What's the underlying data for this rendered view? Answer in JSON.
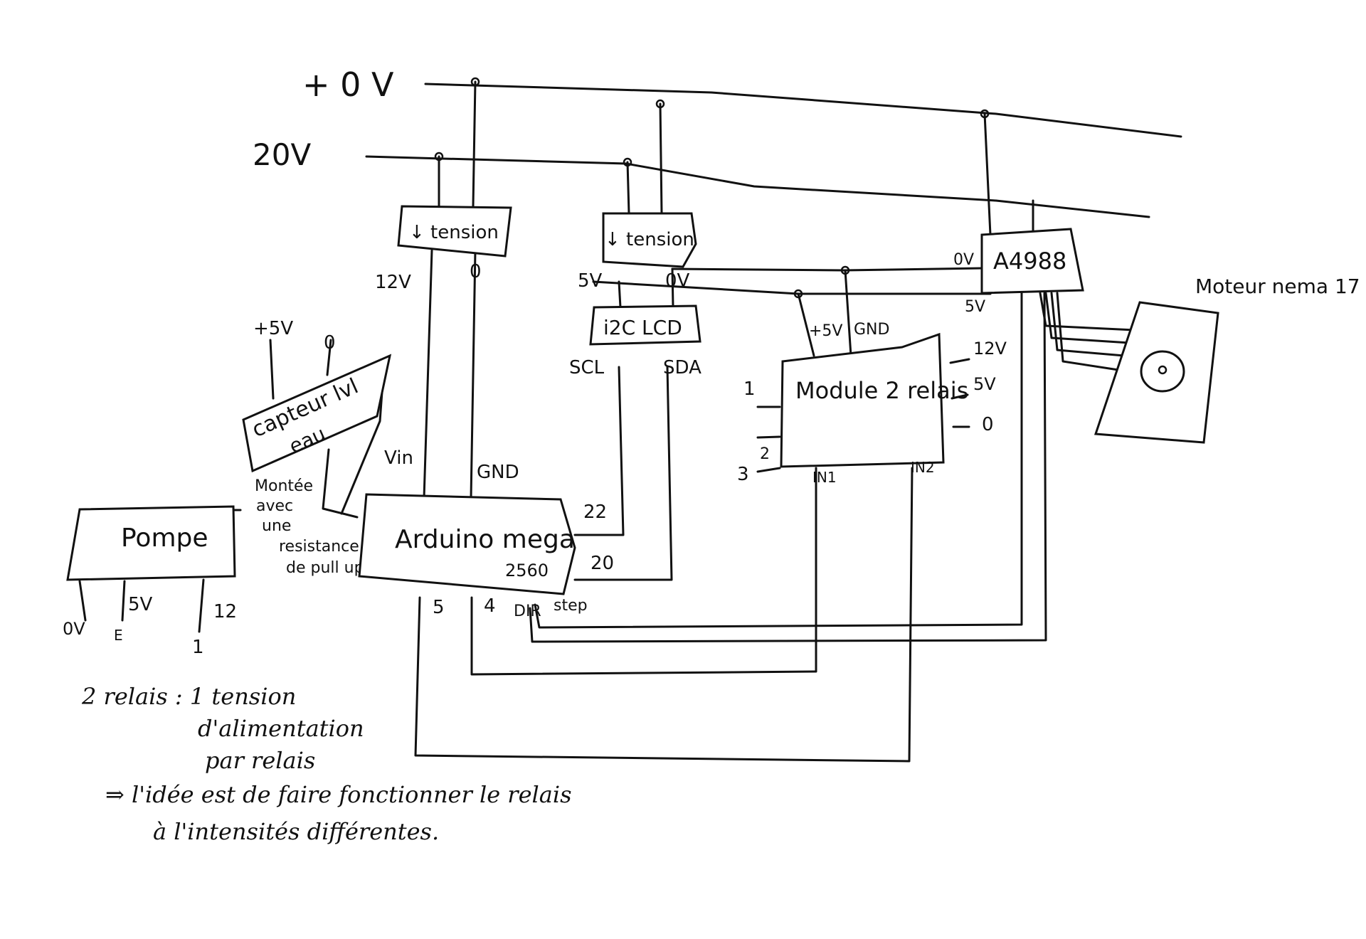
{
  "rails": {
    "rail1": "+ 0 V",
    "rail2": "20V"
  },
  "components": {
    "reg1": "↓ tension",
    "reg2": "↓ tension",
    "lcd": "i2C LCD",
    "sensor_line1": "capteur lvl",
    "sensor_line2": "eau",
    "arduino_line1": "Arduino mega",
    "arduino_line2": "2560",
    "pump": "Pompe",
    "relay": "Module 2 relais",
    "driver": "A4988",
    "motor": "Moteur nema 17"
  },
  "labels": {
    "reg1_out_left": "12V",
    "reg1_out_right": "0",
    "reg2_out_left": "5V",
    "reg2_out_right": "0V",
    "lcd_scl": "SCL",
    "lcd_sda": "SDA",
    "sensor_plus5v": "+5V",
    "sensor_zero": "0",
    "arduino_vin": "Vin",
    "arduino_gnd": "GND",
    "arduino_pin22": "22",
    "arduino_pin20": "20",
    "arduino_pin5": "5",
    "arduino_pin4": "4",
    "arduino_dir": "DIR",
    "arduino_step": "step",
    "relay_plus5v": "+5V",
    "relay_gnd": "GND",
    "relay_12v": "12V",
    "relay_5v": "5V",
    "relay_0": "0",
    "relay_1": "1",
    "relay_2": "2",
    "relay_3": "3",
    "relay_in1": "IN1",
    "relay_in2": "IN2",
    "driver_0v": "0V",
    "driver_5v": "5V",
    "pump_0v": "0V",
    "pump_5v": "5V",
    "pump_12": "12",
    "pump_e": "E",
    "pump_1": "1",
    "pullup_note_1": "Montée",
    "pullup_note_2": "avec",
    "pullup_note_3": "une",
    "pullup_note_4": "resistance",
    "pullup_note_5": "de pull up"
  },
  "notes": {
    "line1": "2 relais : 1 tension",
    "line2": "d'alimentation",
    "line3": "par relais",
    "line4": "⇒ l'idée est de faire fonctionner le relais",
    "line5": "à l'intensités différentes."
  }
}
